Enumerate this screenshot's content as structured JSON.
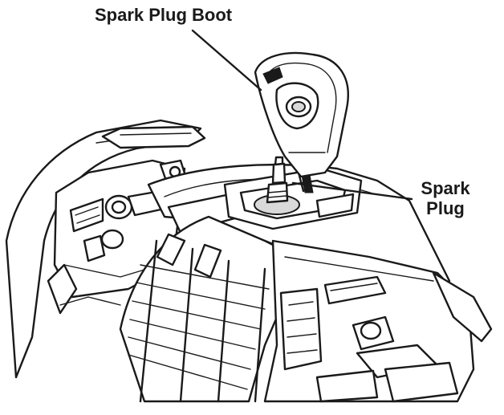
{
  "labels": {
    "spark_plug_boot": "Spark Plug Boot",
    "spark_plug_line1": "Spark",
    "spark_plug_line2": "Plug"
  }
}
